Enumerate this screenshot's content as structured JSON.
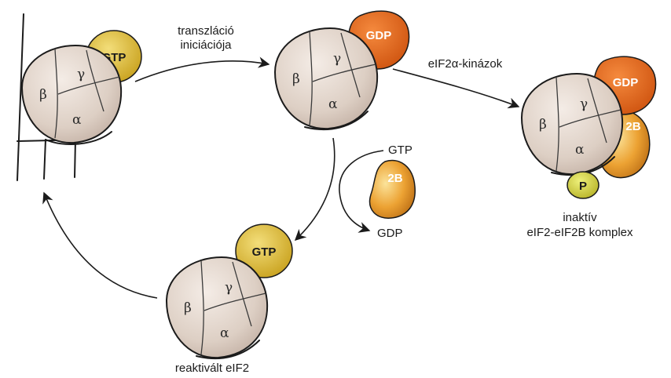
{
  "labels": {
    "translation": [
      "transzláció",
      "iniciációja"
    ],
    "kinases": "eIF2α-kinázok",
    "gtp_small": "GTP",
    "gdp_small": "GDP",
    "inactive": [
      "inaktív",
      "eIF2-eIF2B komplex"
    ],
    "reactivated": "reaktivált eIF2"
  },
  "subunits": {
    "beta": "β",
    "gamma": "γ",
    "alpha": "α"
  },
  "badges": {
    "gtp": "GTP",
    "gdp": "GDP",
    "eif2b": "2B",
    "phospho": "P"
  },
  "colors": {
    "body_fill": "#e2d5cb",
    "gtp_fill": "#e3c23a",
    "gdp_fill": "#e56b1f",
    "eif2b_fill": "#e89a2a",
    "p_fill": "#cfc83a",
    "ink": "#1b1b1b"
  }
}
